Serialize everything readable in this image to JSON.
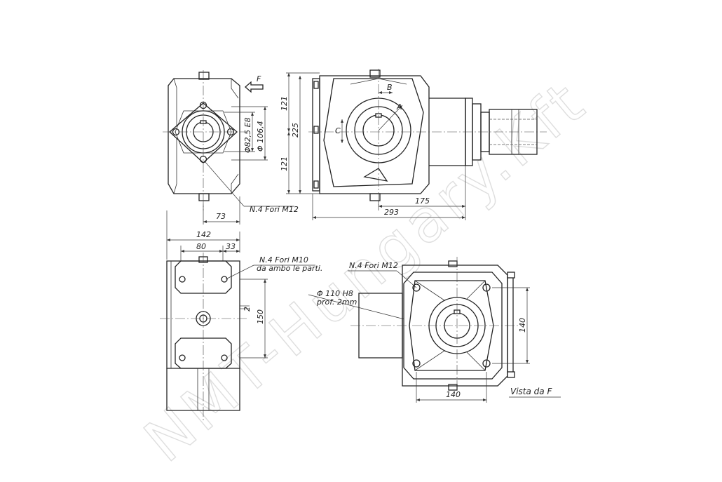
{
  "watermark": "NMT-Hungary.Kft",
  "top_view": {
    "arrow_label": "F",
    "dims": {
      "d121_top": "121",
      "d225": "225",
      "d121_bottom": "121",
      "d82_5": "Φ82,5 E8",
      "d106_4": "Φ 106,4",
      "d73": "73",
      "d175": "175",
      "d293": "293"
    },
    "labels": {
      "B": "B",
      "A": "A",
      "C": "C",
      "holes": "N.4 Fori M12"
    }
  },
  "side_view": {
    "dims": {
      "d142": "142",
      "d80": "80",
      "d33": "33",
      "d150": "150",
      "d2": "2"
    },
    "labels": {
      "holes_line1": "N.4 Fori M10",
      "holes_line2": "da ambo le parti.",
      "bore_line1": "Φ 110 H8",
      "bore_line2": "prof. 2mm"
    }
  },
  "view_f": {
    "dims": {
      "d140_h": "140",
      "d140_v": "140"
    },
    "labels": {
      "holes": "N.4 Fori M12",
      "caption": "Vista da F"
    }
  }
}
